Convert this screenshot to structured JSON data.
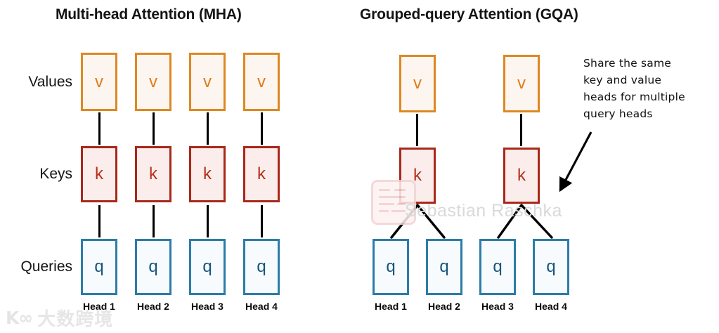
{
  "figure": {
    "panels": [
      {
        "id": "mha",
        "title": "Multi-head Attention (MHA)",
        "rows": [
          {
            "label": "Values",
            "token": "v",
            "count": 4
          },
          {
            "label": "Keys",
            "token": "k",
            "count": 4
          },
          {
            "label": "Queries",
            "token": "q",
            "count": 4
          }
        ],
        "head_labels": [
          "Head 1",
          "Head 2",
          "Head 3",
          "Head 4"
        ]
      },
      {
        "id": "gqa",
        "title": "Grouped-query Attention (GQA)",
        "rows": [
          {
            "label": "Values",
            "token": "v",
            "count": 2
          },
          {
            "label": "Keys",
            "token": "k",
            "count": 2
          },
          {
            "label": "Queries",
            "token": "q",
            "count": 4
          }
        ],
        "head_labels": [
          "Head 1",
          "Head 2",
          "Head 3",
          "Head 4"
        ]
      }
    ],
    "row_labels": [
      "Values",
      "Keys",
      "Queries"
    ],
    "tokens": {
      "value": "v",
      "key": "k",
      "query": "q"
    },
    "annotation": {
      "lines": [
        "Share the same",
        "key and value",
        "heads for multiple",
        "query heads"
      ]
    },
    "watermarks": {
      "center": "Sebastian Raschka",
      "bottom_left": "大数跨境",
      "bottom_left_mark": "K∞"
    },
    "colors": {
      "value_border": "#DD8822",
      "value_fill": "#FDF6F0",
      "value_text": "#E07B17",
      "key_border": "#A8281A",
      "key_fill": "#FAEDEC",
      "key_text": "#B6301C",
      "query_border": "#2C7CA8",
      "query_fill": "#F7FBFD",
      "query_text": "#16557C",
      "connector": "#000000",
      "title_text": "#141414",
      "background": "#FFFFFF"
    }
  }
}
